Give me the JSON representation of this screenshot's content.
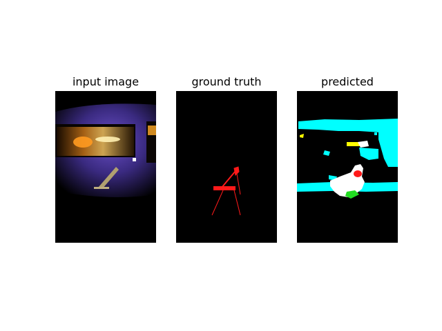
{
  "figure": {
    "panels": [
      {
        "title": "input image",
        "icon": "photo-image"
      },
      {
        "title": "ground truth",
        "icon": "segmentation-mask"
      },
      {
        "title": "predicted",
        "icon": "segmentation-mask"
      }
    ]
  },
  "colors": {
    "background": "#ffffff",
    "image_background": "#000000",
    "mask_red": "#ff1a1a",
    "mask_cyan": "#00ffff",
    "mask_white": "#ffffff",
    "mask_yellow": "#ffff00",
    "mask_green": "#22dd22",
    "room_purple": "#4a3aa0"
  }
}
